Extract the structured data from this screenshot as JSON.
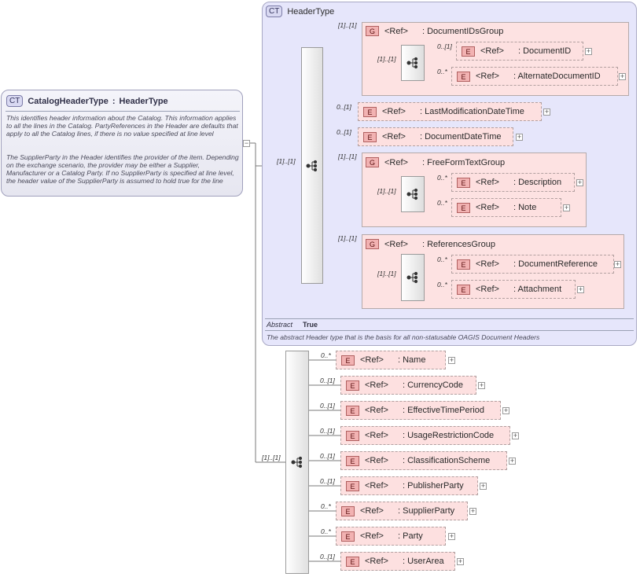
{
  "catalog_header": {
    "badge": "CT",
    "title": "CatalogHeaderType",
    "separator": ":",
    "base": "HeaderType",
    "doc1": "This identifies header information about the Catalog. This information applies to all the lines in the Catalog. PartyReferences in the Header are defaults that apply to all the Catalog lines, if there is no value specified at line level",
    "doc2": "The SupplierParty in the Header identifies the provider of the item. Depending on the exchange scenario, the provider may be either a Supplier, Manufacturer or a Catalog Party. If no SupplierParty is specified at line level, the header value of the SupplierParty is assumed to hold true for the line"
  },
  "header_type": {
    "badge": "CT",
    "title": "HeaderType",
    "abstract_label": "Abstract",
    "abstract_value": "True",
    "doc": "The abstract Header type that is the basis for all non-statusable OAGIS Document Headers",
    "seq_mult": "[1]..[1]"
  },
  "groups": [
    {
      "badge": "G",
      "ref": "<Ref>",
      "name": ": DocumentIDsGroup",
      "mult": "[1]..[1]",
      "seq_mult": "[1]..[1]",
      "items": [
        {
          "badge": "E",
          "ref": "<Ref>",
          "name": ": DocumentID",
          "mult": "0..[1]"
        },
        {
          "badge": "E",
          "ref": "<Ref>",
          "name": ": AlternateDocumentID",
          "mult": "0..*"
        }
      ]
    },
    {
      "badge": "G",
      "ref": "<Ref>",
      "name": ": FreeFormTextGroup",
      "mult": "[1]..[1]",
      "seq_mult": "[1]..[1]",
      "items": [
        {
          "badge": "E",
          "ref": "<Ref>",
          "name": ": Description",
          "mult": "0..*"
        },
        {
          "badge": "E",
          "ref": "<Ref>",
          "name": ": Note",
          "mult": "0..*"
        }
      ]
    },
    {
      "badge": "G",
      "ref": "<Ref>",
      "name": ": ReferencesGroup",
      "mult": "[1]..[1]",
      "seq_mult": "[1]..[1]",
      "items": [
        {
          "badge": "E",
          "ref": "<Ref>",
          "name": ": DocumentReference",
          "mult": "0..*"
        },
        {
          "badge": "E",
          "ref": "<Ref>",
          "name": ": Attachment",
          "mult": "0..*"
        }
      ]
    }
  ],
  "header_elements": [
    {
      "badge": "E",
      "ref": "<Ref>",
      "name": ": LastModificationDateTime",
      "mult": "0..[1]"
    },
    {
      "badge": "E",
      "ref": "<Ref>",
      "name": ": DocumentDateTime",
      "mult": "0..[1]"
    }
  ],
  "extension": {
    "seq_mult": "[1]..[1]",
    "items": [
      {
        "badge": "E",
        "ref": "<Ref>",
        "name": ": Name",
        "mult": "0..*"
      },
      {
        "badge": "E",
        "ref": "<Ref>",
        "name": ": CurrencyCode",
        "mult": "0..[1]"
      },
      {
        "badge": "E",
        "ref": "<Ref>",
        "name": ": EffectiveTimePeriod",
        "mult": "0..[1]"
      },
      {
        "badge": "E",
        "ref": "<Ref>",
        "name": ": UsageRestrictionCode",
        "mult": "0..[1]"
      },
      {
        "badge": "E",
        "ref": "<Ref>",
        "name": ": ClassificationScheme",
        "mult": "0..[1]"
      },
      {
        "badge": "E",
        "ref": "<Ref>",
        "name": ": PublisherParty",
        "mult": "0..[1]"
      },
      {
        "badge": "E",
        "ref": "<Ref>",
        "name": ": SupplierParty",
        "mult": "0..*"
      },
      {
        "badge": "E",
        "ref": "<Ref>",
        "name": ": Party",
        "mult": "0..*"
      },
      {
        "badge": "E",
        "ref": "<Ref>",
        "name": ": UserArea",
        "mult": "0..[1]"
      }
    ]
  }
}
